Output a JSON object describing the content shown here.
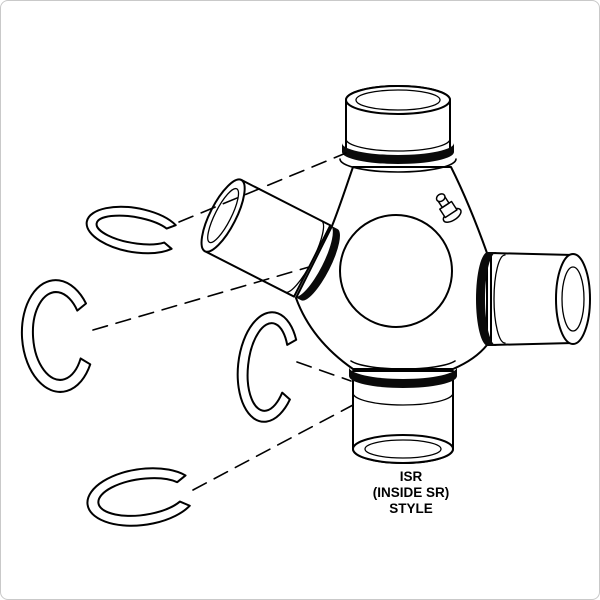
{
  "figure": {
    "caption": {
      "line1": "ISR",
      "line2": "(INSIDE SR)",
      "line3": "STYLE"
    }
  },
  "colors": {
    "ink": "#000000",
    "paper": "#ffffff",
    "seal_band": "#0a0a0a",
    "frame": "#c9c9c9"
  }
}
